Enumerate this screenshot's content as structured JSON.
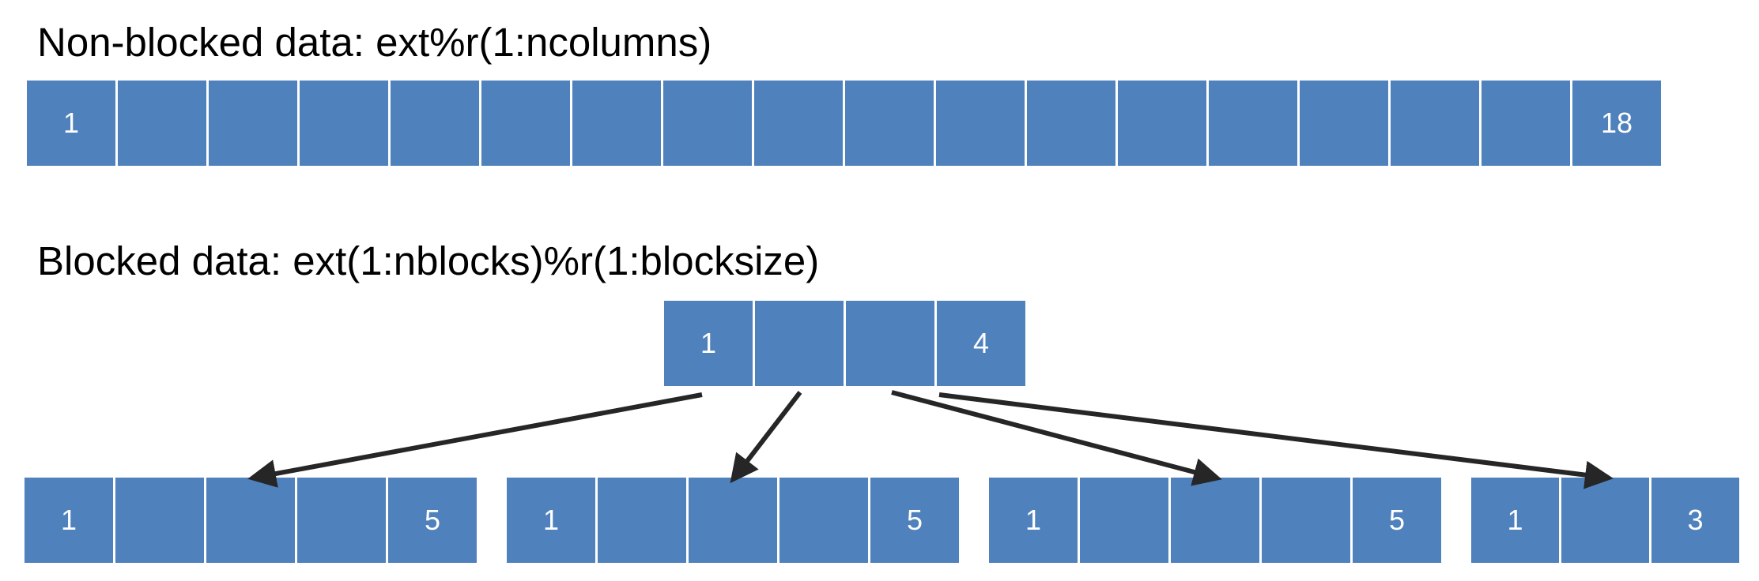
{
  "headings": {
    "nonblocked": "Non-blocked data: ext%r(1:ncolumns)",
    "blocked": "Blocked data: ext(1:nblocks)%r(1:blocksize)"
  },
  "nonblocked_row": {
    "cells": [
      "1",
      "",
      "",
      "",
      "",
      "",
      "",
      "",
      "",
      "",
      "",
      "",
      "",
      "",
      "",
      "",
      "",
      "18"
    ]
  },
  "block_index_row": {
    "cells": [
      "1",
      "",
      "",
      "4"
    ]
  },
  "blocks": [
    {
      "cells": [
        "1",
        "",
        "",
        "",
        "5"
      ]
    },
    {
      "cells": [
        "1",
        "",
        "",
        "",
        "5"
      ]
    },
    {
      "cells": [
        "1",
        "",
        "",
        "",
        "5"
      ]
    },
    {
      "cells": [
        "1",
        "",
        "3"
      ]
    }
  ],
  "colors": {
    "cell_fill": "#4f81bd",
    "cell_text": "#ffffff",
    "arrow": "#262626"
  }
}
